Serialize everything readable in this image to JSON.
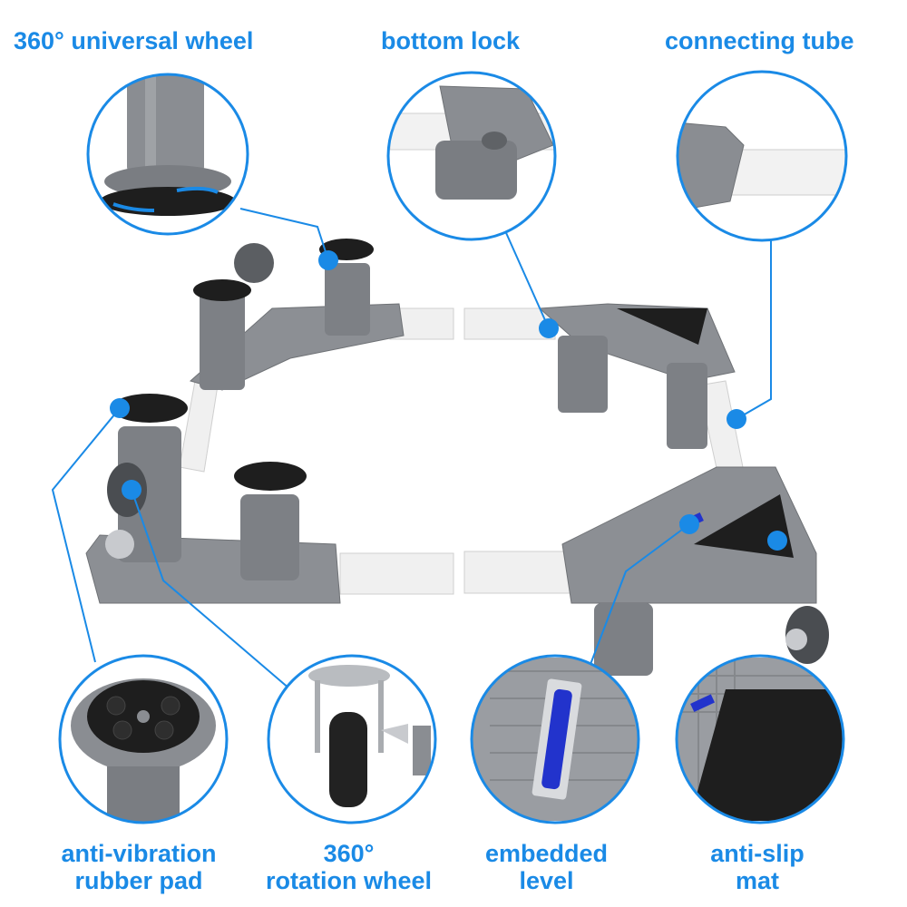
{
  "labels": {
    "universal_wheel": "360° universal wheel",
    "bottom_lock": "bottom lock",
    "connecting_tube": "connecting tube",
    "anti_vibration_line1": "anti-vibration",
    "anti_vibration_line2": "rubber pad",
    "rotation_wheel_line1": "360°",
    "rotation_wheel_line2": "rotation wheel",
    "embedded_level_line1": "embedded",
    "embedded_level_line2": "level",
    "anti_slip_line1": "anti-slip",
    "anti_slip_line2": "mat"
  },
  "colors": {
    "accent": "#1a8ae6",
    "frame_gray": "#8a8d92",
    "tube_white": "#f2f2f2",
    "pad_black": "#1e1e1e",
    "level_blue": "#2233cc"
  }
}
